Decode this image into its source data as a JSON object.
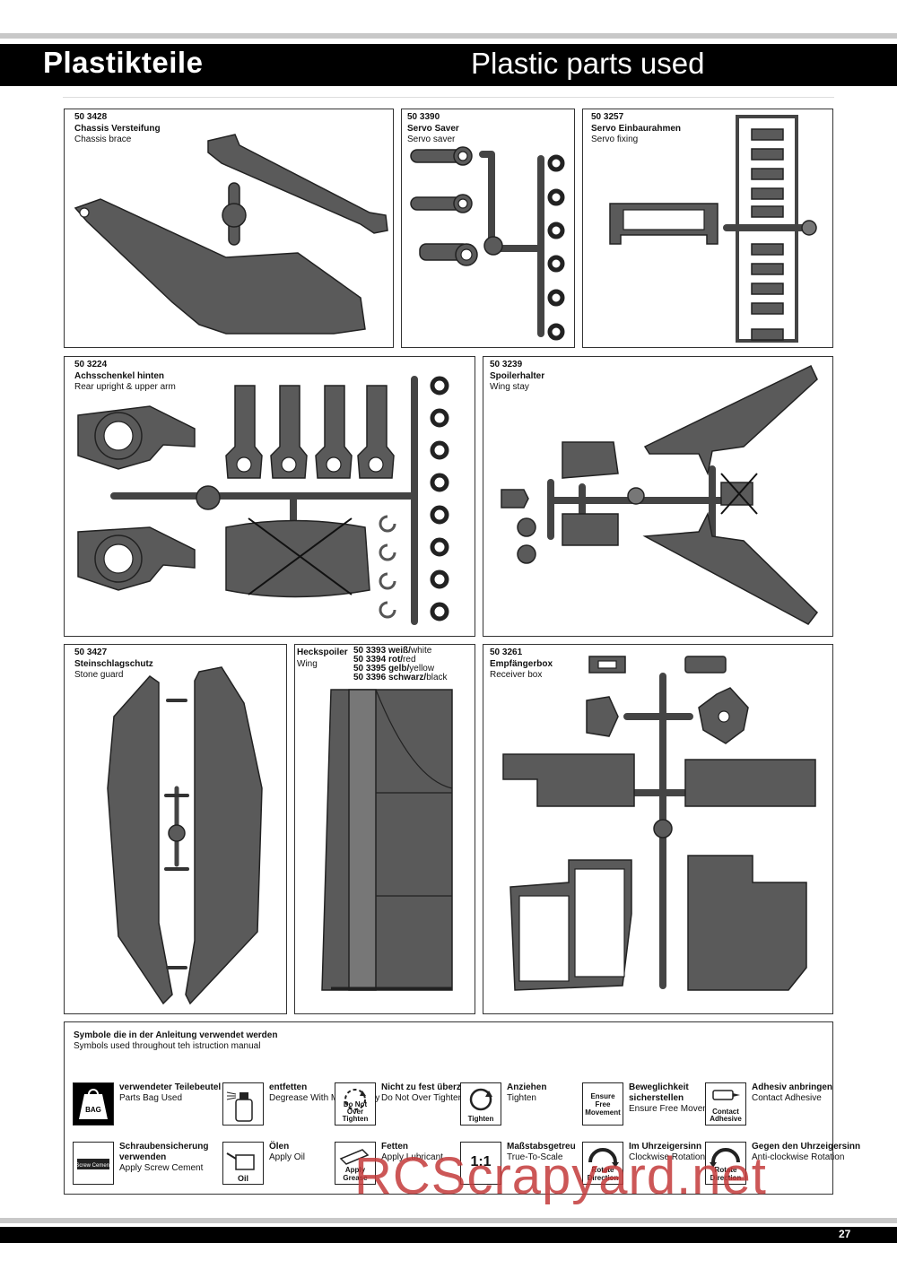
{
  "header": {
    "title_de": "Plastikteile",
    "title_en": "Plastic parts used"
  },
  "panels": {
    "chassis_brace": {
      "number": "50 3428",
      "name_de": "Chassis Versteifung",
      "name_en": "Chassis brace"
    },
    "servo_saver": {
      "number": "50 3390",
      "name_de": "Servo Saver",
      "name_en": "Servo saver"
    },
    "servo_fixing": {
      "number": "50 3257",
      "name_de": "Servo Einbaurahmen",
      "name_en": "Servo fixing"
    },
    "rear_upright": {
      "number": "50 3224",
      "name_de": "Achsschenkel hinten",
      "name_en": "Rear upright & upper arm"
    },
    "wing_stay": {
      "number": "50 3239",
      "name_de": "Spoilerhalter",
      "name_en": "Wing stay"
    },
    "stone_guard": {
      "number": "50 3427",
      "name_de": "Steinschlagschutz",
      "name_en": "Stone guard"
    },
    "wing": {
      "name_de": "Heckspoiler",
      "name_en": "Wing",
      "variants": [
        {
          "number": "50 3393",
          "de": "weiß/",
          "en": "white"
        },
        {
          "number": "50 3394",
          "de": "rot/",
          "en": "red"
        },
        {
          "number": "50 3395",
          "de": "gelb/",
          "en": "yellow"
        },
        {
          "number": "50 3396",
          "de": "schwarz/",
          "en": "black"
        }
      ]
    },
    "receiver_box": {
      "number": "50 3261",
      "name_de": "Empfängerbox",
      "name_en": "Receiver box"
    }
  },
  "symbols": {
    "heading_de": "Symbole die in der Anleitung verwendet werden",
    "heading_en": "Symbols used throughout teh istruction manual",
    "items": [
      {
        "icon": "bag-icon",
        "cap": "BAG",
        "title": "verwendeter Teilebeutel",
        "sub": "Parts Bag Used"
      },
      {
        "icon": "spray-bottle-icon",
        "cap": "",
        "title": "entfetten",
        "sub": "Degrease With Motor Spray"
      },
      {
        "icon": "do-not-overtighten-icon",
        "cap": "Do Not Over Tighten",
        "title": "Nicht zu fest überziehen",
        "sub": "Do Not Over Tighten"
      },
      {
        "icon": "tighten-icon",
        "cap": "Tighten",
        "title": "Anziehen",
        "sub": "Tighten"
      },
      {
        "icon": "ensure-free-movement-icon",
        "cap": "Ensure Free Movement",
        "title": "Beweglichkeit sicherstellen",
        "sub": "Ensure Free Movement"
      },
      {
        "icon": "contact-adhesive-icon",
        "cap": "Contact Adhesive",
        "title": "Adhesiv anbringen",
        "sub": "Contact  Adhesive"
      },
      {
        "icon": "screw-cement-icon",
        "cap": "Screw Cement",
        "title": "Schraubensicherung verwenden",
        "sub": "Apply Screw Cement"
      },
      {
        "icon": "oil-can-icon",
        "cap": "Oil",
        "title": "Ölen",
        "sub": "Apply Oil"
      },
      {
        "icon": "apply-grease-icon",
        "cap": "Apply Grease",
        "title": "Fetten",
        "sub": "Apply Lubricant"
      },
      {
        "icon": "one-to-one-scale-icon",
        "cap": "1:1",
        "title": "Maßstabsgetreu",
        "sub": "True-To-Scale"
      },
      {
        "icon": "rotate-clockwise-icon",
        "cap": "Rotate Direction",
        "title": "Im Uhrzeigersinn",
        "sub": "Clockwise Rotation"
      },
      {
        "icon": "rotate-anticlockwise-icon",
        "cap": "Rotate Direction",
        "title": "Gegen den Uhrzeigersinn",
        "sub": "Anti-clockwise Rotation"
      }
    ]
  },
  "footer": {
    "page_number": "27"
  },
  "watermark": "RCScrapyard.net"
}
